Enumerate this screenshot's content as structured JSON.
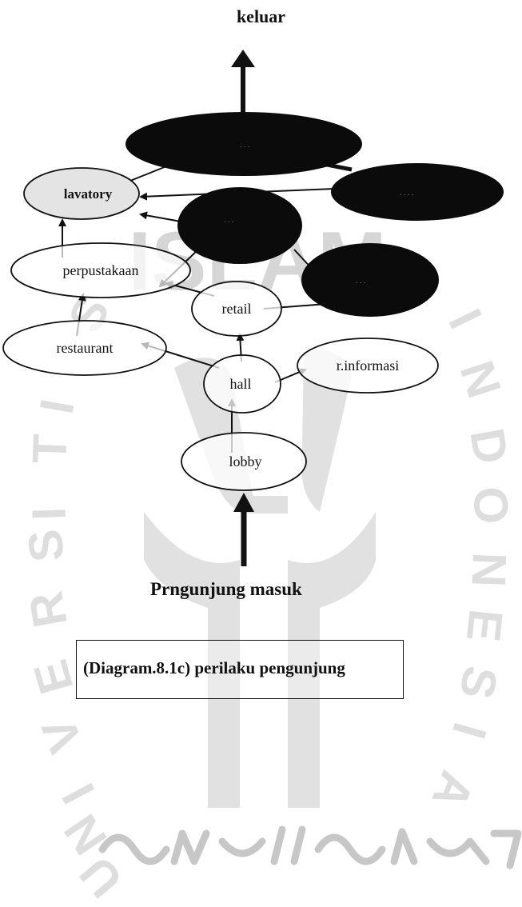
{
  "diagram": {
    "exit_label": "keluar",
    "entry_label": "Prngunjung masuk",
    "caption": "(Diagram.8.1c) perilaku pengunjung",
    "nodes": {
      "lavatory": "lavatory",
      "perpustakaan": "perpustakaan",
      "restaurant": "restaurant",
      "retail": "retail",
      "hall": "hall",
      "informasi": "r.informasi",
      "lobby": "lobby"
    }
  },
  "watermark": {
    "text": "ISLAM",
    "arc_text": "UNIVERSITAS ISLAM INDONESIA"
  },
  "colors": {
    "ink": "#111111",
    "watermark": "#d3d3d3",
    "lavatory_fill": "#e6e6e6"
  }
}
